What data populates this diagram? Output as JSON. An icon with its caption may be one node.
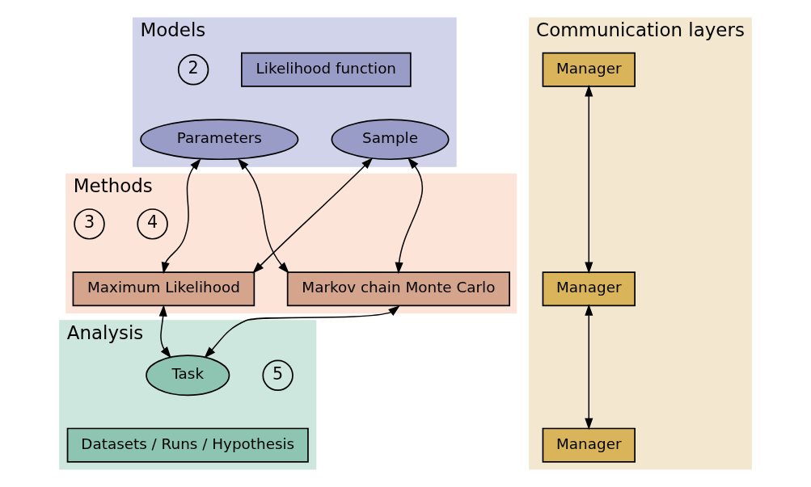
{
  "diagram": {
    "nodes": [
      {
        "text": [
          "Models"
        ]
      },
      {
        "text": [
          "2"
        ],
        "in": 0
      },
      {
        "text": [
          "Likelihood function"
        ],
        "in": 0
      },
      {
        "text": [
          "Parameters"
        ],
        "in": 0
      },
      {
        "text": [
          "Sample"
        ],
        "in": 0
      },
      {
        "text": [
          "Methods"
        ]
      },
      {
        "text": [
          "3"
        ],
        "in": 5
      },
      {
        "text": [
          "4"
        ],
        "in": 5
      },
      {
        "text": [
          "Maximum Likelihood"
        ],
        "in": 5
      },
      {
        "text": [
          "Markov chain Monte Carlo"
        ],
        "in": 5
      },
      {
        "text": [
          "Analysis"
        ]
      },
      {
        "text": [
          "5"
        ],
        "in": 10
      },
      {
        "text": [
          "Task"
        ],
        "in": 10
      },
      {
        "text": [
          "Datasets / Runs / Hypothesis"
        ],
        "in": 10
      },
      {
        "text": [
          "Communication layers"
        ]
      },
      {
        "text": [
          "Manager"
        ],
        "in": 14
      },
      {
        "text": [
          "Manager"
        ],
        "in": 14
      },
      {
        "text": [
          "Manager"
        ],
        "in": 14
      }
    ],
    "edges": [
      {
        "from": 3,
        "to": 8,
        "arrow": "both"
      },
      {
        "from": 3,
        "to": 9,
        "arrow": "both"
      },
      {
        "from": 4,
        "to": 8,
        "arrow": "both"
      },
      {
        "from": 4,
        "to": 9,
        "arrow": "both"
      },
      {
        "from": 8,
        "to": 12,
        "arrow": "both"
      },
      {
        "from": 9,
        "to": 12,
        "arrow": "both"
      },
      {
        "from": 15,
        "to": 16,
        "arrow": "both"
      },
      {
        "from": 16,
        "to": 17,
        "arrow": "both"
      }
    ]
  }
}
